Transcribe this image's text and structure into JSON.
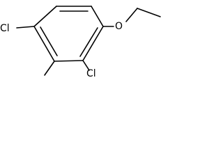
{
  "molecule": {
    "atoms": {
      "cl_left": "Cl",
      "cl_bottom": "Cl",
      "oxygen": "O"
    }
  }
}
